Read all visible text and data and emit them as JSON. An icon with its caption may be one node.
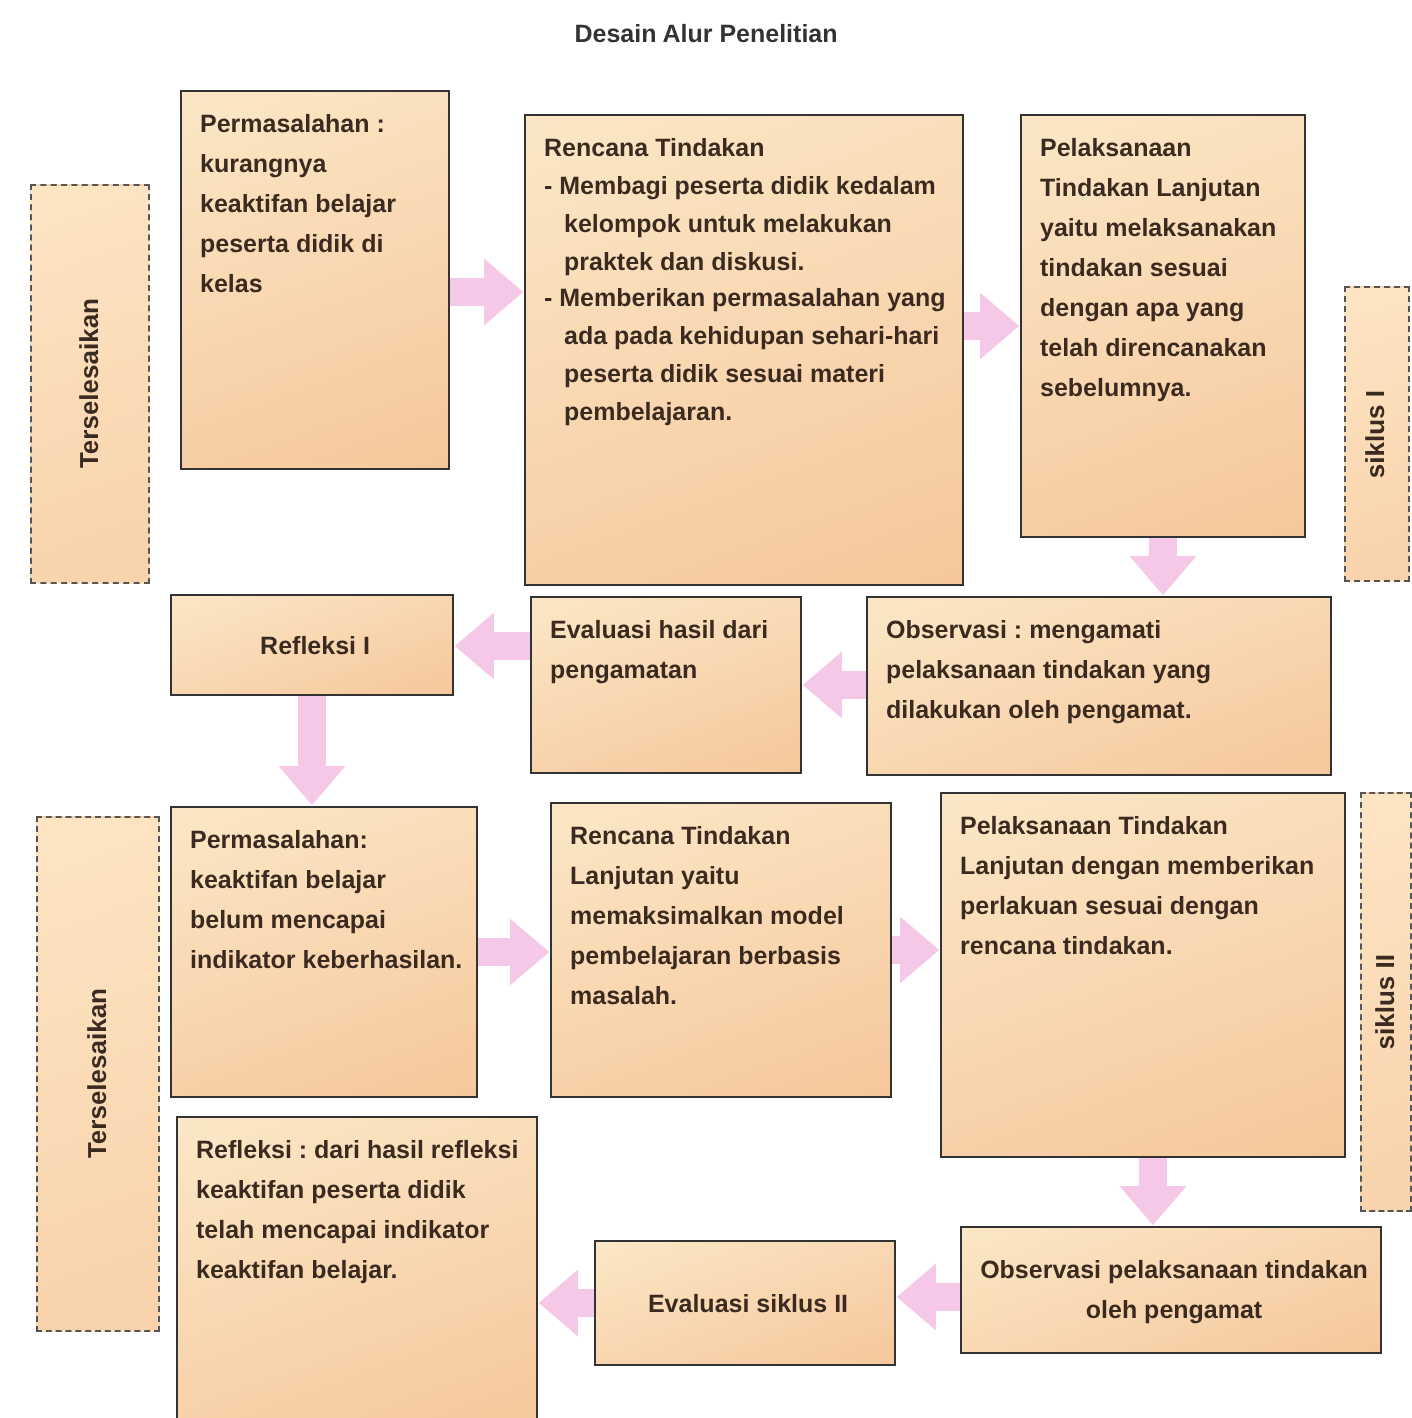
{
  "diagram": {
    "title": "Desain Alur Penelitian",
    "nodes": [
      {
        "text": [
          "Permasalahan : kurangnya keaktifan belajar peserta didik di kelas"
        ]
      },
      {
        "text": [
          "Rencana Tindakan",
          "- Membagi peserta didik kedalam kelompok untuk melakukan praktek dan diskusi.",
          "- Memberikan permasalahan yang ada pada kehidupan sehari-hari peserta didik sesuai materi pembelajaran."
        ]
      },
      {
        "text": [
          "Pelaksanaan Tindakan Lanjutan yaitu melaksanakan tindakan sesuai dengan apa yang telah direncanakan sebelumnya."
        ]
      },
      {
        "text": [
          "siklus I"
        ]
      },
      {
        "text": [
          "Terselesaikan"
        ]
      },
      {
        "text": [
          "Refleksi I"
        ]
      },
      {
        "text": [
          "Evaluasi hasil dari pengamatan"
        ]
      },
      {
        "text": [
          "Observasi : mengamati pelaksanaan tindakan yang dilakukan oleh pengamat."
        ]
      },
      {
        "text": [
          "Terselesaikan"
        ]
      },
      {
        "text": [
          "Permasalahan: keaktifan belajar belum mencapai indikator keberhasilan."
        ]
      },
      {
        "text": [
          "Rencana Tindakan Lanjutan yaitu memaksimalkan model pembelajaran berbasis masalah."
        ]
      },
      {
        "text": [
          "Pelaksanaan Tindakan Lanjutan dengan memberikan perlakuan sesuai dengan rencana tindakan."
        ]
      },
      {
        "text": [
          "siklus II"
        ]
      },
      {
        "text": [
          "Refleksi : dari hasil refleksi keaktifan peserta didik telah mencapai indikator keaktifan belajar."
        ]
      },
      {
        "text": [
          "Evaluasi siklus II"
        ]
      },
      {
        "text": [
          "Observasi pelaksanaan tindakan oleh pengamat"
        ]
      }
    ],
    "edges": [
      {
        "from": 0,
        "to": 1,
        "arrow": "to"
      },
      {
        "from": 1,
        "to": 2,
        "arrow": "to"
      },
      {
        "from": 2,
        "to": 7,
        "arrow": "to"
      },
      {
        "from": 7,
        "to": 6,
        "arrow": "to"
      },
      {
        "from": 6,
        "to": 5,
        "arrow": "to"
      },
      {
        "from": 5,
        "to": 9,
        "arrow": "to"
      },
      {
        "from": 9,
        "to": 10,
        "arrow": "to"
      },
      {
        "from": 10,
        "to": 11,
        "arrow": "to"
      },
      {
        "from": 11,
        "to": 15,
        "arrow": "to"
      },
      {
        "from": 15,
        "to": 14,
        "arrow": "to"
      },
      {
        "from": 14,
        "to": 13,
        "arrow": "to"
      }
    ]
  }
}
